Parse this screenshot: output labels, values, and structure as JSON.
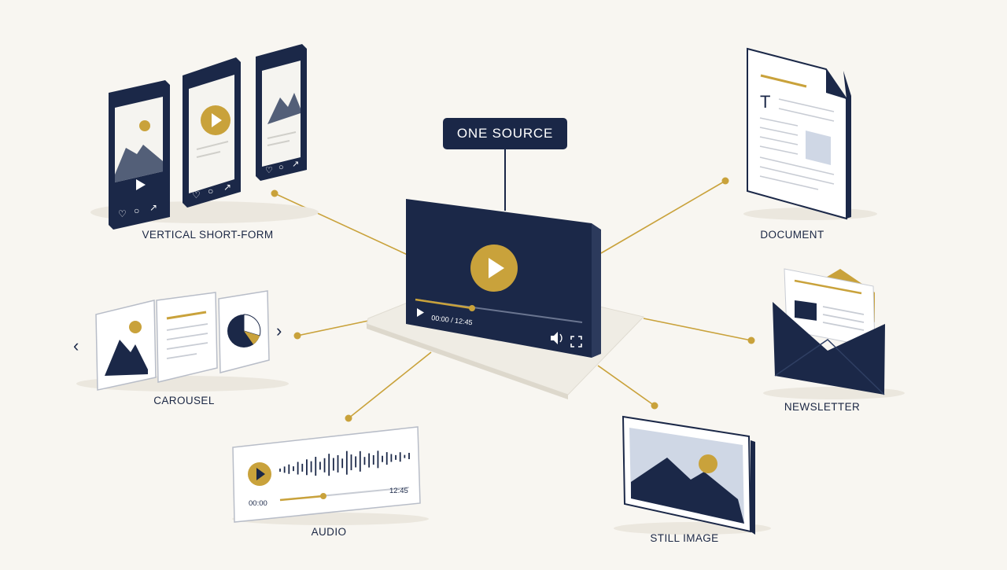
{
  "hub": {
    "label": "ONE SOURCE",
    "elapsed": "00:00 / 12:45"
  },
  "outputs": {
    "vertical": "VERTICAL SHORT-FORM",
    "carousel": "CAROUSEL",
    "audio": "AUDIO",
    "still": "STILL IMAGE",
    "newsletter": "NEWSLETTER",
    "document": "DOCUMENT"
  },
  "audio_player": {
    "start": "00:00",
    "end": "12:45"
  },
  "document_letter": "T",
  "colors": {
    "navy": "#1b2848",
    "gold": "#c9a23b",
    "background": "#f8f6f1",
    "pale_blue": "#cfd7e5"
  }
}
